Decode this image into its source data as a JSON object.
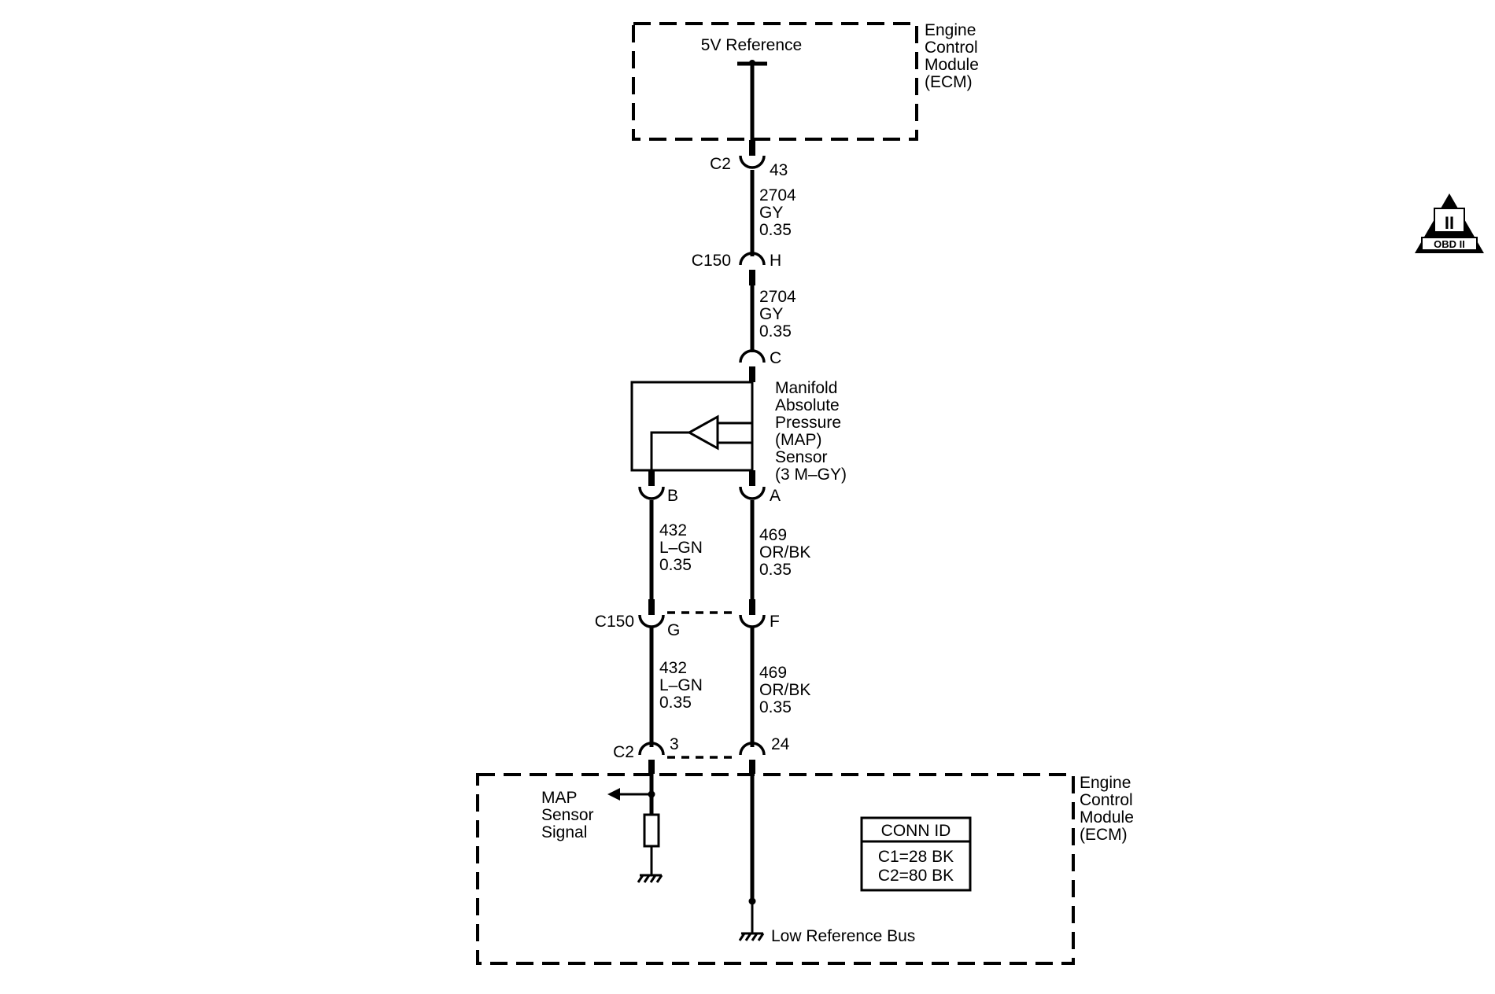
{
  "ecm_top": {
    "title_lines": [
      "Engine",
      "Control",
      "Module",
      "(ECM)"
    ],
    "ref_label": "5V Reference"
  },
  "conn_c2_top": {
    "name": "C2",
    "pin": "43"
  },
  "wire_a": {
    "circuit": "2704",
    "color": "GY",
    "size": "0.35"
  },
  "conn_c150_top": {
    "name": "C150",
    "pin": "H"
  },
  "wire_b": {
    "circuit": "2704",
    "color": "GY",
    "size": "0.35"
  },
  "sensor": {
    "pin_c": "C",
    "pin_b": "B",
    "pin_a": "A",
    "name_lines": [
      "Manifold",
      "Absolute",
      "Pressure",
      "(MAP)",
      "Sensor",
      "(3 M–GY)"
    ]
  },
  "wire_left_1": {
    "circuit": "432",
    "color": "L–GN",
    "size": "0.35"
  },
  "wire_right_1": {
    "circuit": "469",
    "color": "OR/BK",
    "size": "0.35"
  },
  "conn_c150_bottom": {
    "name": "C150",
    "pin_left": "G",
    "pin_right": "F"
  },
  "wire_left_2": {
    "circuit": "432",
    "color": "L–GN",
    "size": "0.35"
  },
  "wire_right_2": {
    "circuit": "469",
    "color": "OR/BK",
    "size": "0.35"
  },
  "conn_c2_bottom": {
    "name": "C2",
    "pin_left": "3",
    "pin_right": "24"
  },
  "ecm_bottom": {
    "title_lines": [
      "Engine",
      "Control",
      "Module",
      "(ECM)"
    ],
    "signal_lines": [
      "MAP",
      "Sensor",
      "Signal"
    ],
    "low_ref": "Low Reference Bus",
    "conn_id": {
      "header": "CONN ID",
      "rows": [
        "C1=28 BK",
        "C2=80 BK"
      ]
    }
  },
  "obd_badge": {
    "numeral": "II",
    "label": "OBD II"
  }
}
